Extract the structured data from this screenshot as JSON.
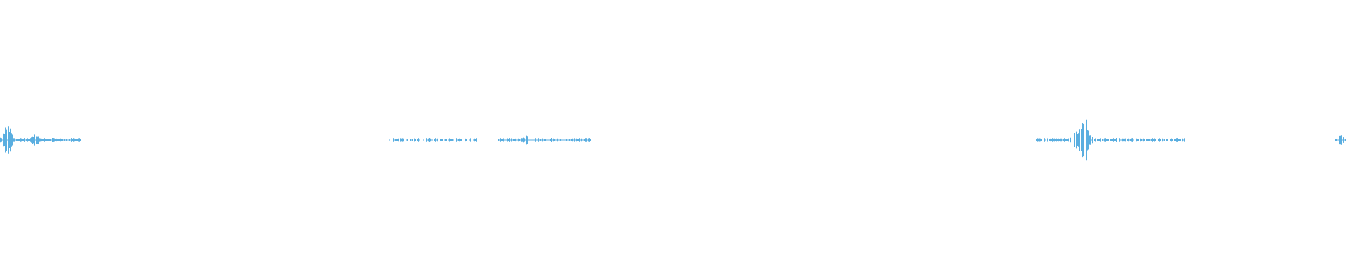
{
  "waveform": {
    "color": "#5aaee0",
    "segments": [
      {
        "name": "waveform-segment-1",
        "peak": 0.23,
        "density": 0.85
      },
      {
        "name": "waveform-segment-2",
        "peak": 0.06,
        "density": 0.55
      },
      {
        "name": "waveform-segment-3",
        "peak": 0.08,
        "density": 0.6
      },
      {
        "name": "waveform-segment-4",
        "peak": 1.0,
        "density": 0.7
      },
      {
        "name": "waveform-segment-5",
        "peak": 0.09,
        "density": 0.8
      }
    ]
  }
}
